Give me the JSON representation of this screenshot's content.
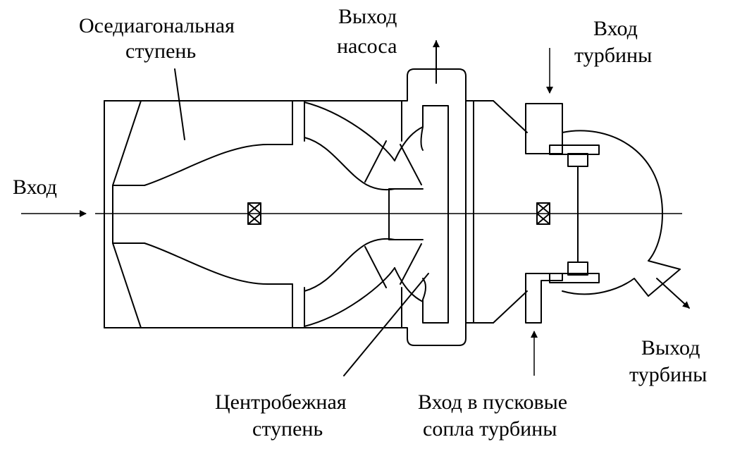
{
  "labels": {
    "axial_diagonal_stage_1": "Оседиагональная",
    "axial_diagonal_stage_2": "ступень",
    "pump_outlet_1": "Выход",
    "pump_outlet_2": "насоса",
    "turbine_inlet_1": "Вход",
    "turbine_inlet_2": "турбины",
    "inlet": "Вход",
    "turbine_outlet_1": "Выход",
    "turbine_outlet_2": "турбины",
    "centrifugal_stage_1": "Центробежная",
    "centrifugal_stage_2": "ступень",
    "starter_nozzles_1": "Вход в пусковые",
    "starter_nozzles_2": "сопла турбины"
  }
}
